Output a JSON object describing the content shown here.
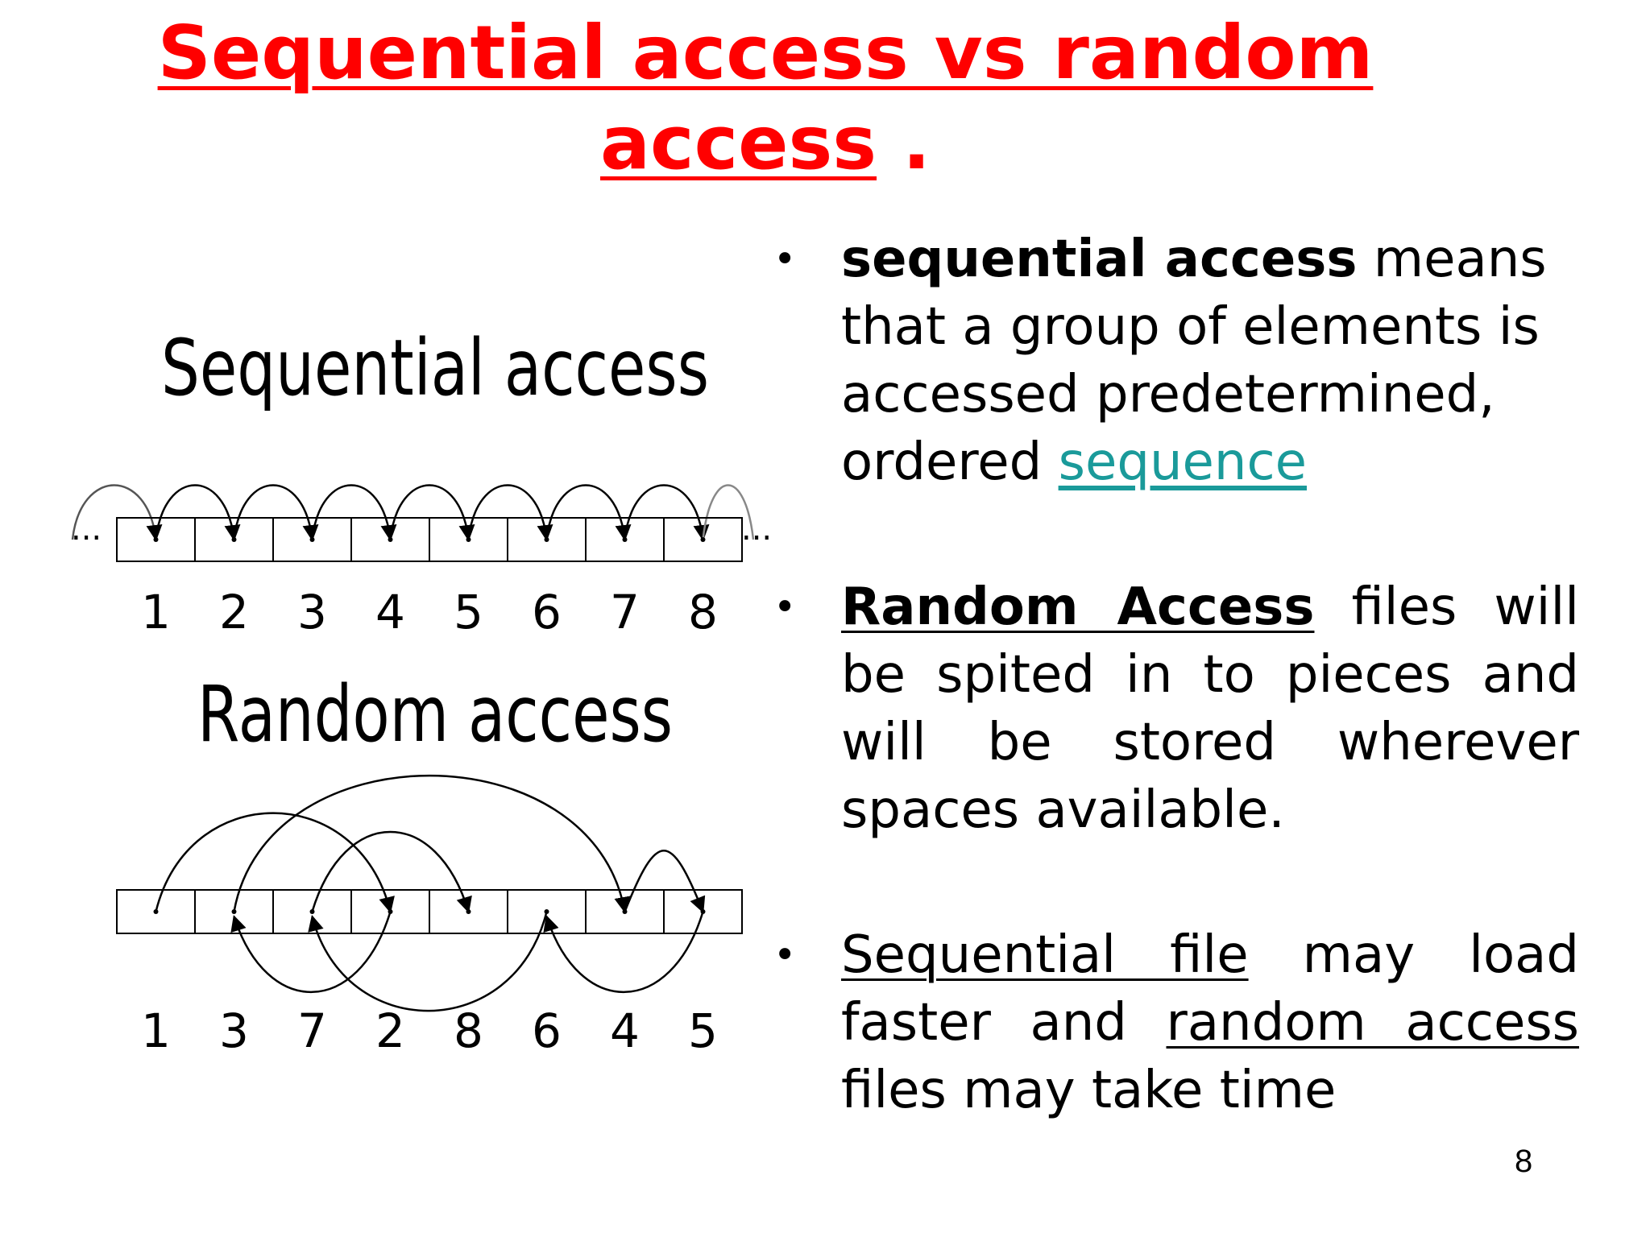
{
  "slide": {
    "title_line1": "Sequential access vs random",
    "title_line2": "access",
    "title_period": ".",
    "page_number": "8"
  },
  "diagram": {
    "sequential_label": "Sequential access",
    "random_label": "Random access",
    "ellipsis": "...",
    "sequential_numbers": [
      "1",
      "2",
      "3",
      "4",
      "5",
      "6",
      "7",
      "8"
    ],
    "random_numbers": [
      "1",
      "3",
      "7",
      "2",
      "8",
      "6",
      "4",
      "5"
    ]
  },
  "bullets": {
    "b1": {
      "bold": "sequential access",
      "text1": " means that a group of elements is accessed predetermined, ordered ",
      "link": "sequence"
    },
    "b2": {
      "underlined": "Random Access",
      "text": " files will be spited in to pieces and will be stored wherever spaces available."
    },
    "b3": {
      "underlined1": "Sequential file",
      "text1": " may load faster and ",
      "underlined2": "random access",
      "text2": " files may take time"
    }
  }
}
